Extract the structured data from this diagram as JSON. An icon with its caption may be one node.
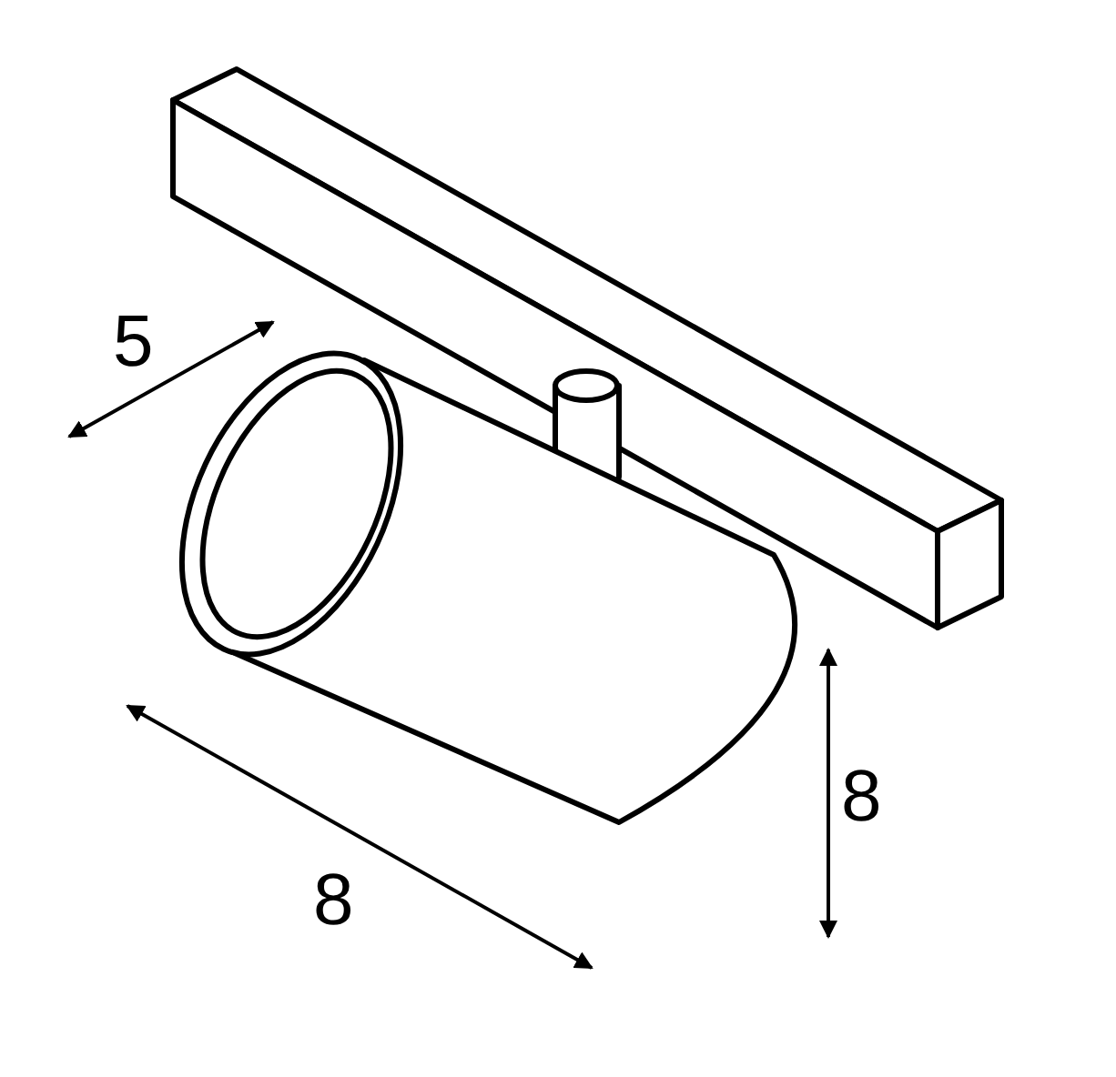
{
  "diagram": {
    "labels": [
      "5",
      "8",
      "8"
    ]
  }
}
